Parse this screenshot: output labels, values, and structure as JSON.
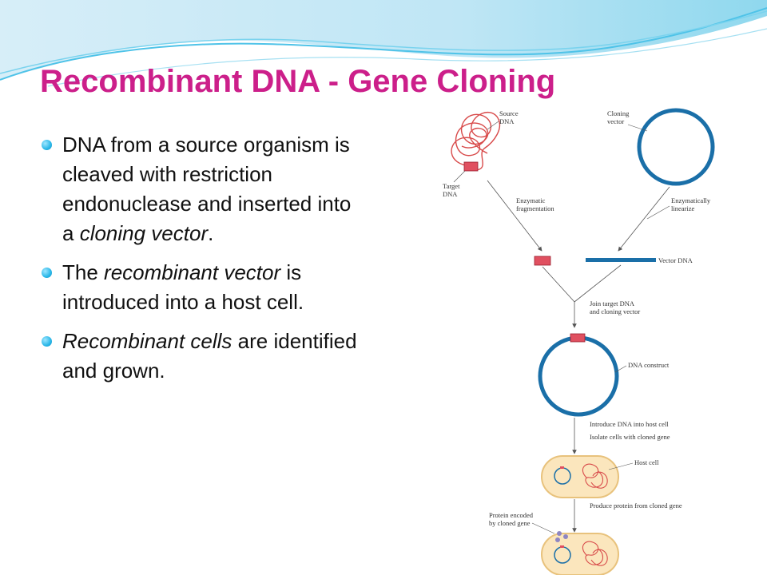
{
  "title": "Recombinant DNA - Gene Cloning",
  "bullets": [
    {
      "parts": [
        {
          "text": "DNA from a source organism is cleaved with restriction endonuclease and inserted into a ",
          "italic": false
        },
        {
          "text": "cloning vector",
          "italic": true
        },
        {
          "text": ".",
          "italic": false
        }
      ]
    },
    {
      "parts": [
        {
          "text": "The ",
          "italic": false
        },
        {
          "text": "recombinant vector",
          "italic": true
        },
        {
          "text": " is introduced into a host cell.",
          "italic": false
        }
      ]
    },
    {
      "parts": [
        {
          "text": "Recombinant cells",
          "italic": true
        },
        {
          "text": " are identified and grown.",
          "italic": false
        }
      ]
    }
  ],
  "diagram": {
    "labels": {
      "source_dna_1": "Source",
      "source_dna_2": "DNA",
      "cloning_vector_1": "Cloning",
      "cloning_vector_2": "vector",
      "target_dna_1": "Target",
      "target_dna_2": "DNA",
      "enzymatic_frag_1": "Enzymatic",
      "enzymatic_frag_2": "fragmentation",
      "enzymatic_lin_1": "Enzymatically",
      "enzymatic_lin_2": "linearize",
      "vector_dna": "Vector DNA",
      "join_1": "Join target DNA",
      "join_2": "and cloning vector",
      "dna_construct": "DNA construct",
      "introduce": "Introduce DNA into host cell",
      "isolate": "Isolate cells with cloned gene",
      "host_cell": "Host cell",
      "produce": "Produce protein from cloned gene",
      "protein_1": "Protein encoded",
      "protein_2": "by cloned gene"
    },
    "colors": {
      "vector_blue": "#1a6fa8",
      "target_red": "#e05060",
      "dna_strand": "#d84a4a",
      "cell_fill": "#fbe6bd",
      "cell_stroke": "#e8c27c",
      "protein": "#8e86c2"
    }
  }
}
